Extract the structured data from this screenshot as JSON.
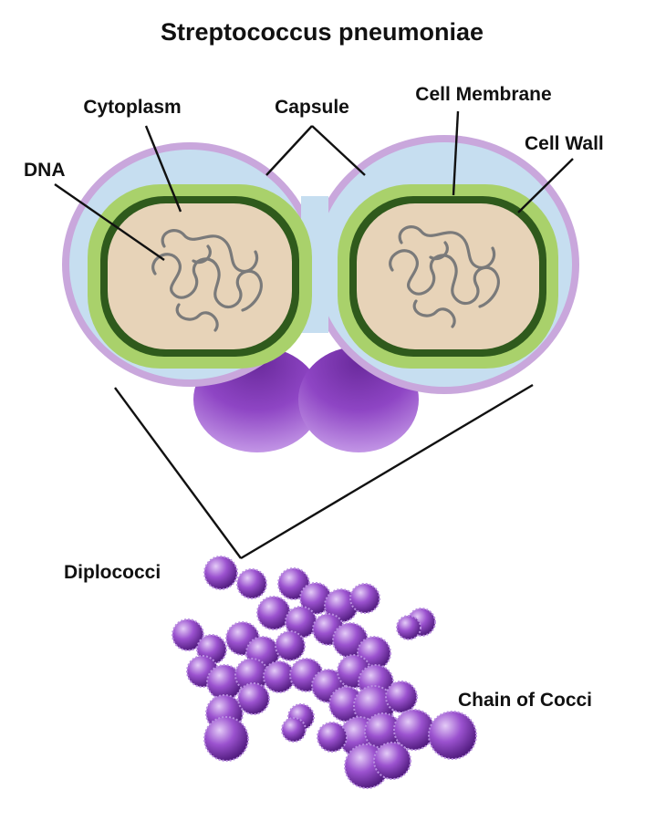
{
  "title": "Streptococcus pneumoniae",
  "labels": {
    "cytoplasm": "Cytoplasm",
    "capsule": "Capsule",
    "cell_membrane": "Cell Membrane",
    "dna": "DNA",
    "cell_wall": "Cell Wall",
    "diplococci": "Diplococci",
    "chain_of_cocci": "Chain of Cocci"
  },
  "colors": {
    "capsule_fill": "#c6def0",
    "capsule_edge": "#c9a7dc",
    "cell_wall": "#a9d16b",
    "cell_membrane": "#2f5a1c",
    "cytoplasm": "#e7d3b8",
    "dna": "#7a7a7a",
    "coccus": "#8a3fc0",
    "coccus_dark": "#4b1778",
    "coccus_light": "#d6b4f0"
  }
}
